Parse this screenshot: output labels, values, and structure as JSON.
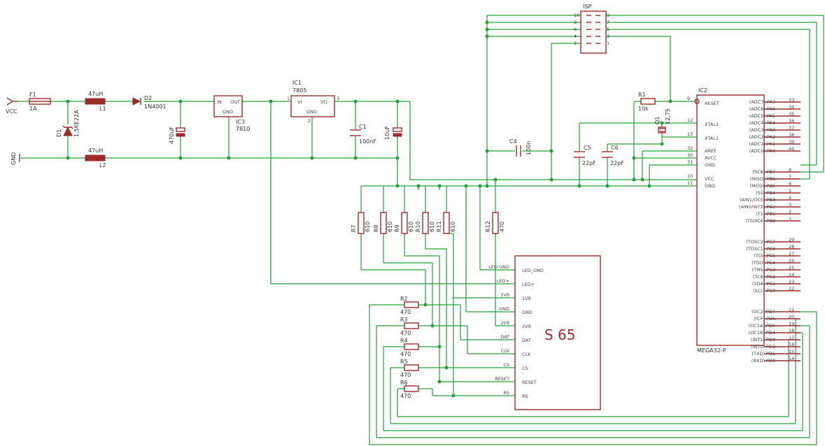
{
  "supply": {
    "vcc": "VCC",
    "gnd": "GND"
  },
  "fuse": {
    "name": "F1",
    "value": "1A"
  },
  "inductors": [
    {
      "name": "L1",
      "value": "47uH"
    },
    {
      "name": "L2",
      "value": "47uH"
    }
  ],
  "tvs": {
    "name": "D1",
    "value": "1,5KE22A"
  },
  "diode": {
    "name": "D2",
    "value": "1N4001"
  },
  "caps": {
    "c470": "470uF",
    "c1": {
      "name": "C1",
      "value": "100nF"
    },
    "c10u": "10uF",
    "c4": {
      "name": "C4",
      "value": "100n"
    },
    "c5": {
      "name": "C5",
      "value": "22pF"
    },
    "c6": {
      "name": "C6",
      "value": "22pF"
    }
  },
  "ic3": {
    "name": "IC3",
    "value": "7810",
    "pin_in": "IN",
    "pin_out": "OUT",
    "pin_gnd": "GND"
  },
  "ic1": {
    "name": "IC1",
    "value": "7805",
    "pin_vi": "VI",
    "pin_vo": "VO",
    "pin_gnd": "GND",
    "p1": "1",
    "p2": "2",
    "p3": "3"
  },
  "isp": {
    "name": "ISP",
    "left_pins": [
      "10",
      "8",
      "6",
      "4",
      "2"
    ],
    "right_pins": [
      "9",
      "7",
      "5",
      "3",
      "1"
    ]
  },
  "r1": {
    "name": "R1",
    "value": "10k"
  },
  "crystal": {
    "name": "Q1",
    "value": "12,75"
  },
  "ic2": {
    "name": "IC2",
    "type": "MEGA32-P",
    "left_pins": [
      {
        "num": "9",
        "name": "RESET"
      },
      {
        "num": "12",
        "name": "XTAL2"
      },
      {
        "num": "13",
        "name": "XTAL1"
      },
      {
        "num": "32",
        "name": "AREF"
      },
      {
        "num": "30",
        "name": "AVCC"
      },
      {
        "num": "31",
        "name": "GND"
      },
      {
        "num": "10",
        "name": "VCC"
      },
      {
        "num": "11",
        "name": "GND"
      }
    ],
    "right_pins": [
      {
        "num": "33",
        "name": "(ADC7) PA7"
      },
      {
        "num": "34",
        "name": "(ADC6) PA6"
      },
      {
        "num": "35",
        "name": "(ADC5) PA5"
      },
      {
        "num": "36",
        "name": "(ADC4) PA4"
      },
      {
        "num": "37",
        "name": "(ADC3) PA3"
      },
      {
        "num": "38",
        "name": "(ADC2) PA2"
      },
      {
        "num": "39",
        "name": "(ADC1) PA1"
      },
      {
        "num": "40",
        "name": "(ADC0) PA0"
      },
      {
        "num": "8",
        "name": "(SCK) PB7"
      },
      {
        "num": "7",
        "name": "(MISO) PB6"
      },
      {
        "num": "6",
        "name": "(MOSI) PB5"
      },
      {
        "num": "5",
        "name": "(SS) PB4"
      },
      {
        "num": "4",
        "name": "(AIN1/OC0) PB3"
      },
      {
        "num": "3",
        "name": "(AIN0/INT2) PB2"
      },
      {
        "num": "2",
        "name": "(T1) PB1"
      },
      {
        "num": "1",
        "name": "(T0/XCK) PB0"
      },
      {
        "num": "29",
        "name": "(TOSC2) PC7"
      },
      {
        "num": "28",
        "name": "(TOSC1) PC6"
      },
      {
        "num": "27",
        "name": "(TDI) PC5"
      },
      {
        "num": "26",
        "name": "(TDO) PC4"
      },
      {
        "num": "25",
        "name": "(TMS) PC3"
      },
      {
        "num": "24",
        "name": "(TCK) PC2"
      },
      {
        "num": "23",
        "name": "(SDA) PC1"
      },
      {
        "num": "22",
        "name": "(SCL) PC0"
      },
      {
        "num": "21",
        "name": "(OC2) PD7"
      },
      {
        "num": "20",
        "name": "(ICP) PD6"
      },
      {
        "num": "19",
        "name": "(OC1A) PD5"
      },
      {
        "num": "18",
        "name": "(OC1B) PD4"
      },
      {
        "num": "17",
        "name": "(INT1) PD3"
      },
      {
        "num": "16",
        "name": "(INT0) PD2"
      },
      {
        "num": "15",
        "name": "(TXD) PD1"
      },
      {
        "num": "14",
        "name": "(RXD) PD0"
      }
    ]
  },
  "vresistors": [
    {
      "name": "R7",
      "value": "610"
    },
    {
      "name": "R8",
      "value": "610"
    },
    {
      "name": "R9",
      "value": "610"
    },
    {
      "name": "R10",
      "value": "610"
    },
    {
      "name": "R11",
      "value": "610"
    },
    {
      "name": "R12",
      "value": "470"
    }
  ],
  "hresistors": [
    {
      "name": "R2",
      "value": "470"
    },
    {
      "name": "R3",
      "value": "470"
    },
    {
      "name": "R4",
      "value": "470"
    },
    {
      "name": "R5",
      "value": "470"
    },
    {
      "name": "R6",
      "value": "470"
    }
  ],
  "s65": {
    "title": "S 65",
    "pins": [
      "LED_GND",
      "LED+",
      "1V8",
      "GND",
      "2V9",
      "DAT",
      "CLK",
      "CS",
      "RESET",
      "RS"
    ],
    "net_labels": [
      "LED GND",
      "LED+",
      "1V8",
      "GND",
      "2V9",
      "DAT",
      "CLK",
      "CS",
      "RESET",
      "RS"
    ]
  },
  "colors": {
    "wire": "#22a03a",
    "component": "#9c2b2b",
    "background": "#ffffff"
  }
}
